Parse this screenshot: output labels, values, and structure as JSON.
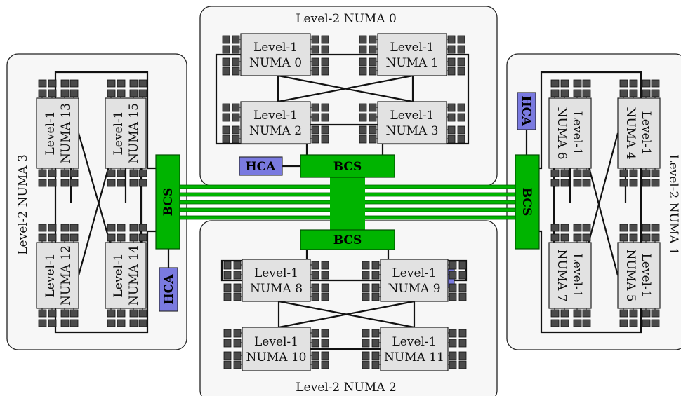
{
  "groups": {
    "g0": {
      "label": "Level-2 NUMA 0",
      "nodes": [
        [
          "Level-1",
          "NUMA 0"
        ],
        [
          "Level-1",
          "NUMA 1"
        ],
        [
          "Level-1",
          "NUMA 2"
        ],
        [
          "Level-1",
          "NUMA 3"
        ]
      ]
    },
    "g1": {
      "label": "Level-2 NUMA 1",
      "nodes": [
        [
          "Level-1",
          "NUMA 4"
        ],
        [
          "Level-1",
          "NUMA 5"
        ],
        [
          "Level-1",
          "NUMA 6"
        ],
        [
          "Level-1",
          "NUMA 7"
        ]
      ]
    },
    "g2": {
      "label": "Level-2 NUMA 2",
      "nodes": [
        [
          "Level-1",
          "NUMA 8"
        ],
        [
          "Level-1",
          "NUMA 9"
        ],
        [
          "Level-1",
          "NUMA 10"
        ],
        [
          "Level-1",
          "NUMA 11"
        ]
      ]
    },
    "g3": {
      "label": "Level-2 NUMA 3",
      "nodes": [
        [
          "Level-1",
          "NUMA 12"
        ],
        [
          "Level-1",
          "NUMA 13"
        ],
        [
          "Level-1",
          "NUMA 14"
        ],
        [
          "Level-1",
          "NUMA 15"
        ]
      ]
    }
  },
  "switch_label": "BCS",
  "adapter_label": "HCA",
  "colors": {
    "switch": "#00b400",
    "adapter": "#7a7ae0",
    "node_fill": "#e2e2e2",
    "dimm": "#4a4a4a",
    "panel": "#f7f7f7"
  }
}
